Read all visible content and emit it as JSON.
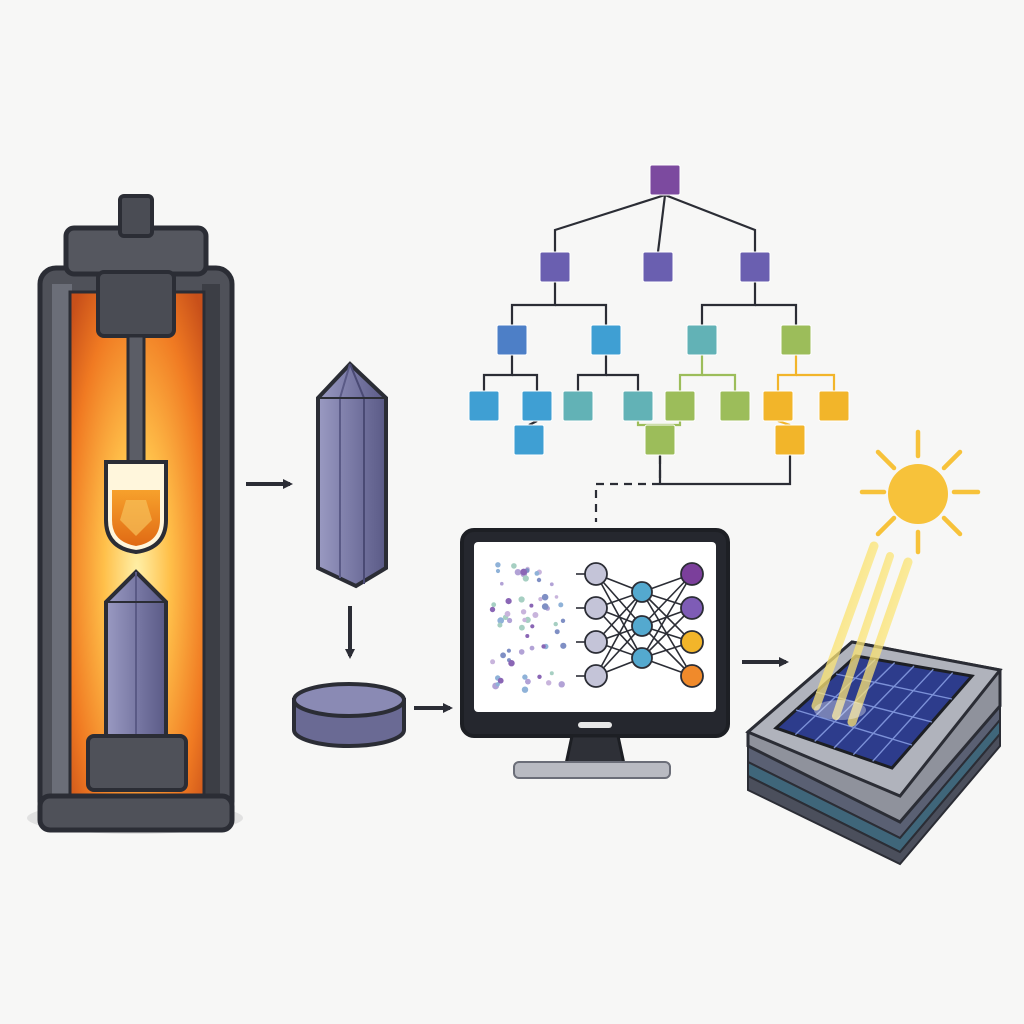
{
  "diagram": {
    "steps": [
      {
        "id": "growth-furnace",
        "icon": "crystal-growth-furnace-icon"
      },
      {
        "id": "grown-crystal",
        "icon": "crystal-boule-icon"
      },
      {
        "id": "crystal-wafer",
        "icon": "wafer-disc-icon"
      },
      {
        "id": "ml-analysis",
        "icon": "computer-monitor-icon"
      },
      {
        "id": "solar-cell",
        "icon": "solar-panel-icon"
      }
    ],
    "tree_palette": {
      "root": "#7c4a9f",
      "level1": "#6a5fb0",
      "blue": "#4d7fc7",
      "cyan": "#3f9fd3",
      "teal": "#62b2b6",
      "green": "#9cbd5a",
      "yellow": "#f2b52a"
    },
    "network_palette": {
      "input": "#c4c4d8",
      "hidden": "#54a9cf",
      "output": [
        "#7b3f9b",
        "#7e5cb6",
        "#f2b52a",
        "#f08a2b"
      ]
    },
    "colors": {
      "outline": "#2b2d35",
      "furnace_steel": "#55575f",
      "furnace_glow_center": "#ffd064",
      "furnace_glow_edge": "#e0661c",
      "crystal": "#7a7aa6",
      "sun": "#f7c23a",
      "panel_cells": "#2d3c8c"
    }
  }
}
